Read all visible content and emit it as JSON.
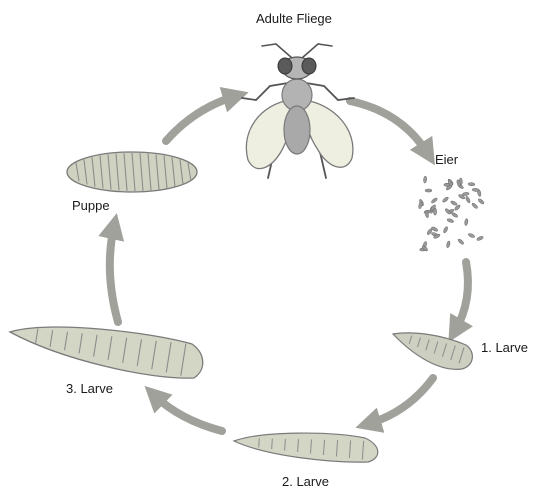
{
  "diagram": {
    "stages": {
      "adult": "Adulte Fliege",
      "eggs": "Eier",
      "larva1": "1. Larve",
      "larva2": "2. Larve",
      "larva3": "3. Larve",
      "pupa": "Puppe"
    },
    "colors": {
      "arrow": "#a0a19a",
      "body": "#d6d8c8",
      "body_dark": "#c5c7b6",
      "segment": "#8c8c8c",
      "outline": "#7a7a7a",
      "wing": "#eeefe0",
      "fly_body": "#a9a9a9",
      "fly_eye": "#5a5a5a",
      "egg": "#9a9a9a"
    },
    "icons": [
      "adult-fly-icon",
      "egg-cluster-icon",
      "larva-icon",
      "pupa-icon",
      "cycle-arrow-icon"
    ]
  }
}
